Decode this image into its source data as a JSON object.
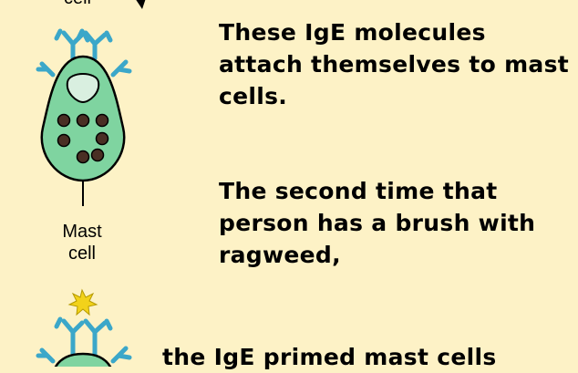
{
  "top_cell_label": "cell",
  "mast_cell_label": "Mast\ncell",
  "captions": [
    "These IgE molecules\nattach themselves to mast\ncells.",
    "The second time that\nperson has a brush with\nragweed,",
    "the IgE primed mast cells"
  ],
  "colors": {
    "background": "#fdf2c6",
    "cell_body": "#7fd4a0",
    "nucleus": "#d9efe0",
    "granule": "#4a2f24",
    "antibody": "#3ba7c9",
    "allergen": "#f2d21a"
  }
}
